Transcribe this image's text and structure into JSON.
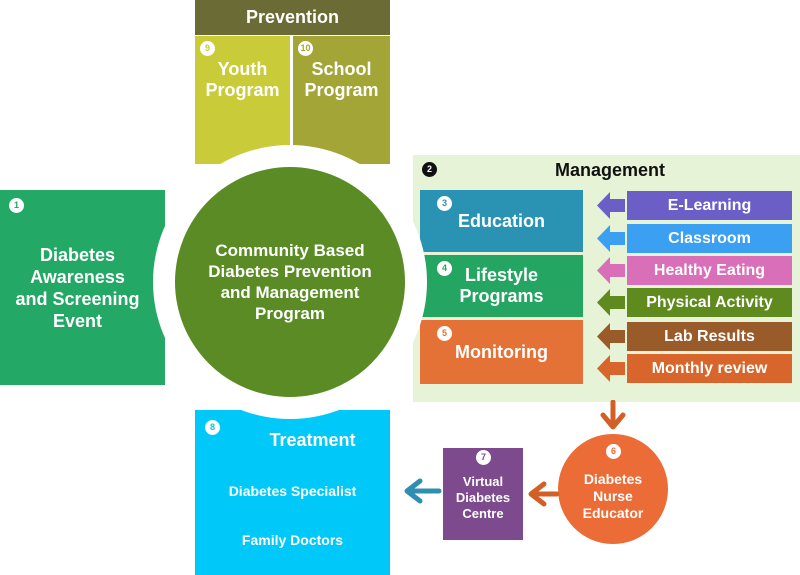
{
  "prevention": {
    "title": "Prevention",
    "youth": {
      "number": "9",
      "label": "Youth Program"
    },
    "school": {
      "number": "10",
      "label": "School Program"
    }
  },
  "awareness": {
    "number": "1",
    "label": "Diabetes Awareness and Screening Event"
  },
  "center": {
    "label": "Community Based Diabetes Prevention and Management Program"
  },
  "management": {
    "number": "2",
    "title": "Management",
    "education": {
      "number": "3",
      "label": "Education"
    },
    "lifestyle": {
      "number": "4",
      "label": "Lifestyle Programs"
    },
    "monitoring": {
      "number": "5",
      "label": "Monitoring"
    },
    "items": [
      {
        "label": "E-Learning",
        "color": "#6b5fc7"
      },
      {
        "label": "Classroom",
        "color": "#3b9ff2"
      },
      {
        "label": "Healthy Eating",
        "color": "#d96fb8"
      },
      {
        "label": "Physical Activity",
        "color": "#5e8a1e"
      },
      {
        "label": "Lab Results",
        "color": "#9a5b2b"
      },
      {
        "label": "Monthly review",
        "color": "#d8652c"
      }
    ]
  },
  "treatment": {
    "number": "8",
    "title": "Treatment",
    "items": [
      "Diabetes Specialist",
      "Family Doctors"
    ]
  },
  "virtual": {
    "number": "7",
    "label": "Virtual Diabetes Centre"
  },
  "nurse": {
    "number": "6",
    "label": "Diabetes Nurse Educator"
  },
  "colors": {
    "prevention_header": "#6b6b35",
    "youth": "#c9cb38",
    "school": "#a3a537",
    "awareness": "#24a866",
    "center": "#5a8b25",
    "management_bg": "#e6f3d6",
    "education": "#2a93b3",
    "lifestyle": "#25a562",
    "monitoring": "#e47237",
    "treatment": "#00c8f8",
    "virtual": "#7c4a8d",
    "nurse": "#ec6c37",
    "arrow_orange": "#d06026",
    "arrow_teal": "#2f8fb1"
  }
}
